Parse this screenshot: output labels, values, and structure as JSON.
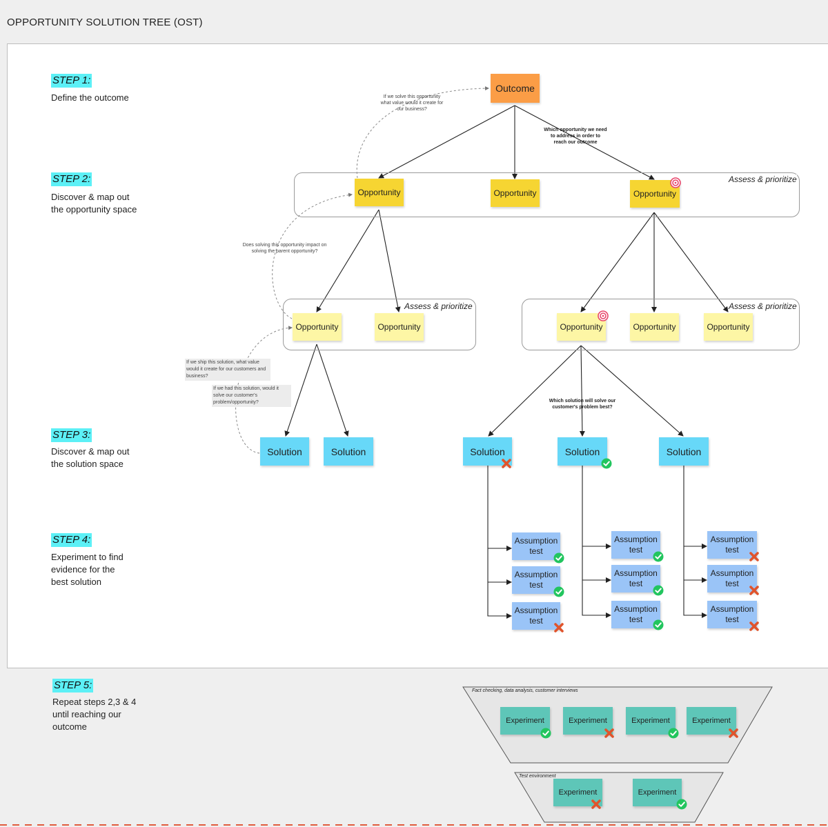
{
  "page_title": "OPPORTUNITY SOLUTION TREE (OST)",
  "steps": [
    {
      "label": "STEP 1:",
      "desc": "Define the outcome"
    },
    {
      "label": "STEP 2:",
      "desc": "Discover & map out the opportunity space"
    },
    {
      "label": "STEP 3:",
      "desc": "Discover & map out the solution space"
    },
    {
      "label": "STEP 4:",
      "desc": "Experiment to find evidence for the best solution"
    },
    {
      "label": "STEP 5:",
      "desc": "Repeat steps 2,3 & 4 until reaching our outcome"
    }
  ],
  "assess_label": "Assess & prioritize",
  "nodes": {
    "outcome": "Outcome",
    "opportunity": "Opportunity",
    "solution": "Solution",
    "assumption": "Assumption test",
    "experiment": "Experiment"
  },
  "notes": {
    "value_question": "If we solve this opportunity what value would it create for our business?",
    "which_opportunity": "Which opportunity we need to address in order to reach our outcome",
    "parent_impact": "Does solving this opportunity impact on solving the parent opportunity?",
    "ship_value": "If we ship this solution, what value would it create for our customers and business?",
    "had_solution": "If we had this solution, would it solve our customer's problem/opportunity?",
    "which_solution": "Which solution will solve our customer's problem best?",
    "fact_checking": "Fact checking, data analysis, customer interviews",
    "test_env": "Test environment"
  },
  "results": {
    "solutions_right": [
      "fail",
      "pass",
      "none"
    ],
    "assumptions_col1": [
      "pass",
      "pass",
      "fail"
    ],
    "assumptions_col2": [
      "pass",
      "pass",
      "pass"
    ],
    "assumptions_col3": [
      "fail",
      "fail",
      "fail"
    ],
    "experiments_top": [
      "pass",
      "fail",
      "pass",
      "fail"
    ],
    "experiments_bottom": [
      "fail",
      "pass"
    ]
  },
  "colors": {
    "step_highlight": "#5cf0f6",
    "outcome": "#fb9d46",
    "opportunity_primary": "#f6d532",
    "opportunity_secondary": "#fdf6a5",
    "solution": "#67d8f8",
    "assumption": "#9ac4f7",
    "experiment": "#5ec6b8",
    "pass": "#22c55e",
    "fail": "#e0542c",
    "dashed_border": "#e05a3c"
  }
}
